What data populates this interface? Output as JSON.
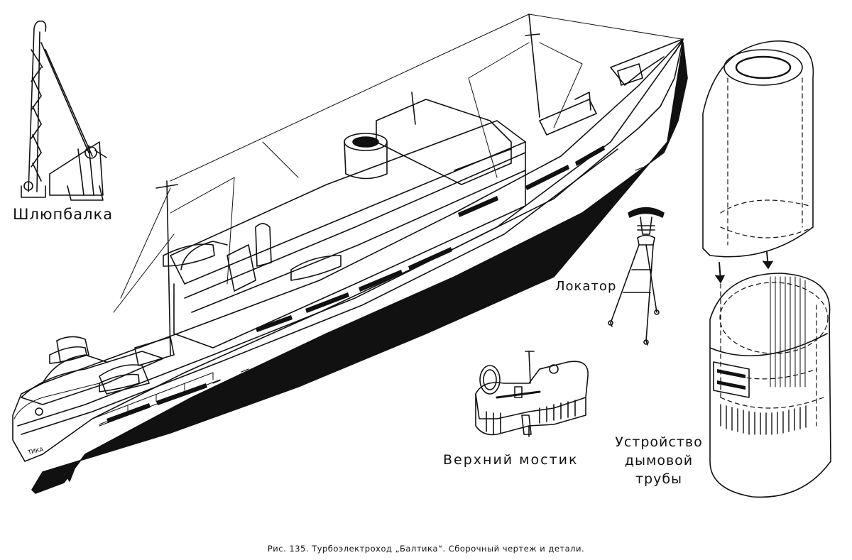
{
  "figure": {
    "caption": "Рис. 135. Турбоэлектроход „Балтика“. Сборочный чертеж и детали."
  },
  "labels": {
    "davit": "Шлюпбалка",
    "radar": "Локатор",
    "upper_bridge": "Верхний мостик",
    "funnel_line1": "Устройство",
    "funnel_line2": "дымовой",
    "funnel_line3": "трубы"
  },
  "ship": {
    "stern_name": "ТИКА"
  },
  "style": {
    "ink": "#111111",
    "paper": "#ffffff"
  }
}
